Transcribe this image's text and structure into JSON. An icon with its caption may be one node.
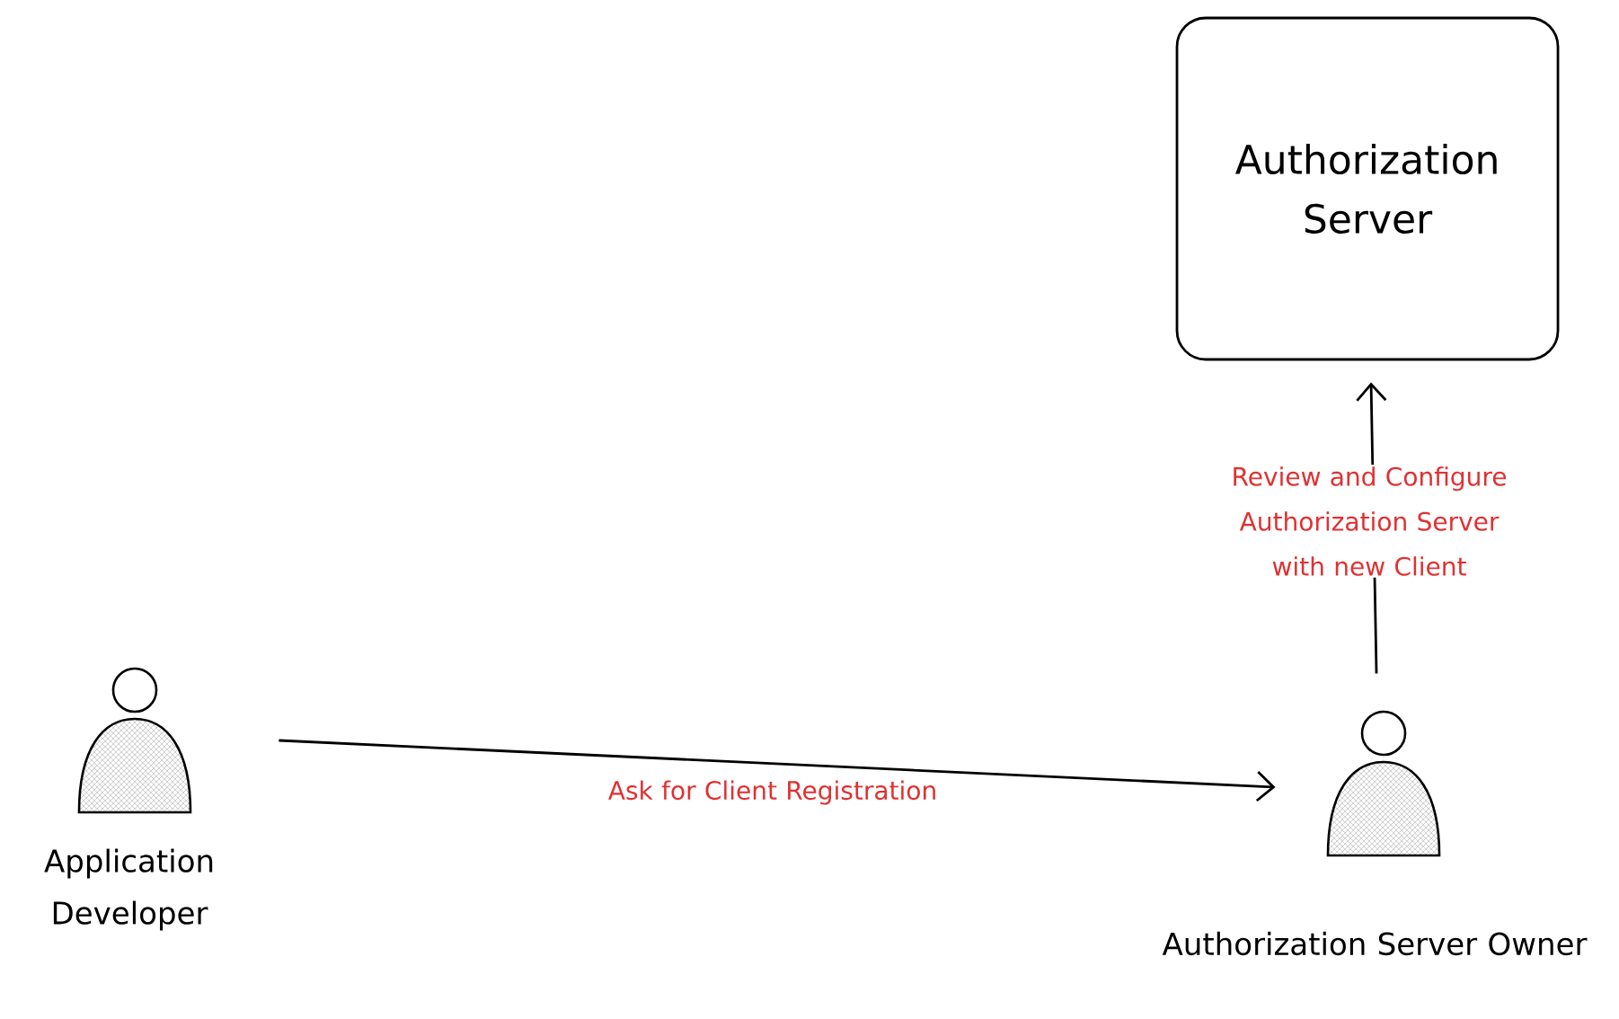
{
  "diagram": {
    "nodes": [
      {
        "text": [
          "Authorization Server"
        ]
      },
      {
        "text": [
          "Application Developer"
        ]
      },
      {
        "text": [
          "Authorization Server Owner"
        ]
      }
    ],
    "edges": [
      {
        "from": 1,
        "to": 2,
        "arrow": "to",
        "label": "Ask for Client Registration"
      },
      {
        "from": 2,
        "to": 0,
        "arrow": "to",
        "label": "Review and Configure Authorization Server with new Client"
      }
    ]
  }
}
